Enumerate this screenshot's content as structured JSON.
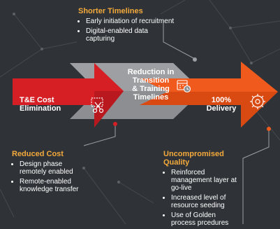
{
  "colors": {
    "background": "#2f3337",
    "red": "#d51f25",
    "grey": "#8c8e92",
    "orange": "#f05a1d",
    "heading_yellow": "#f4a93b",
    "text": "#ffffff"
  },
  "arrows": [
    {
      "label": "T&E Cost\nElimination",
      "icon": "scissors-cut-icon"
    },
    {
      "label": "Reduction in\nTransition\n& Training\nTimelines",
      "icon": "calendar-clock-icon"
    },
    {
      "label": "100%\nDelivery",
      "icon": "gear-cog-icon"
    }
  ],
  "sections": {
    "top": {
      "heading": "Shorter Timelines",
      "bullets": [
        "Early initiation of recruitment",
        "Digital-enabled data capturing"
      ]
    },
    "left": {
      "heading": "Reduced Cost",
      "bullets": [
        "Design phase remotely enabled",
        "Remote-enabled knowledge transfer"
      ]
    },
    "right": {
      "heading": "Uncompromised Quality",
      "bullets": [
        "Reinforced management layer at go-live",
        "Increased level of resource seeding",
        "Use of Golden process prcedures"
      ]
    }
  }
}
